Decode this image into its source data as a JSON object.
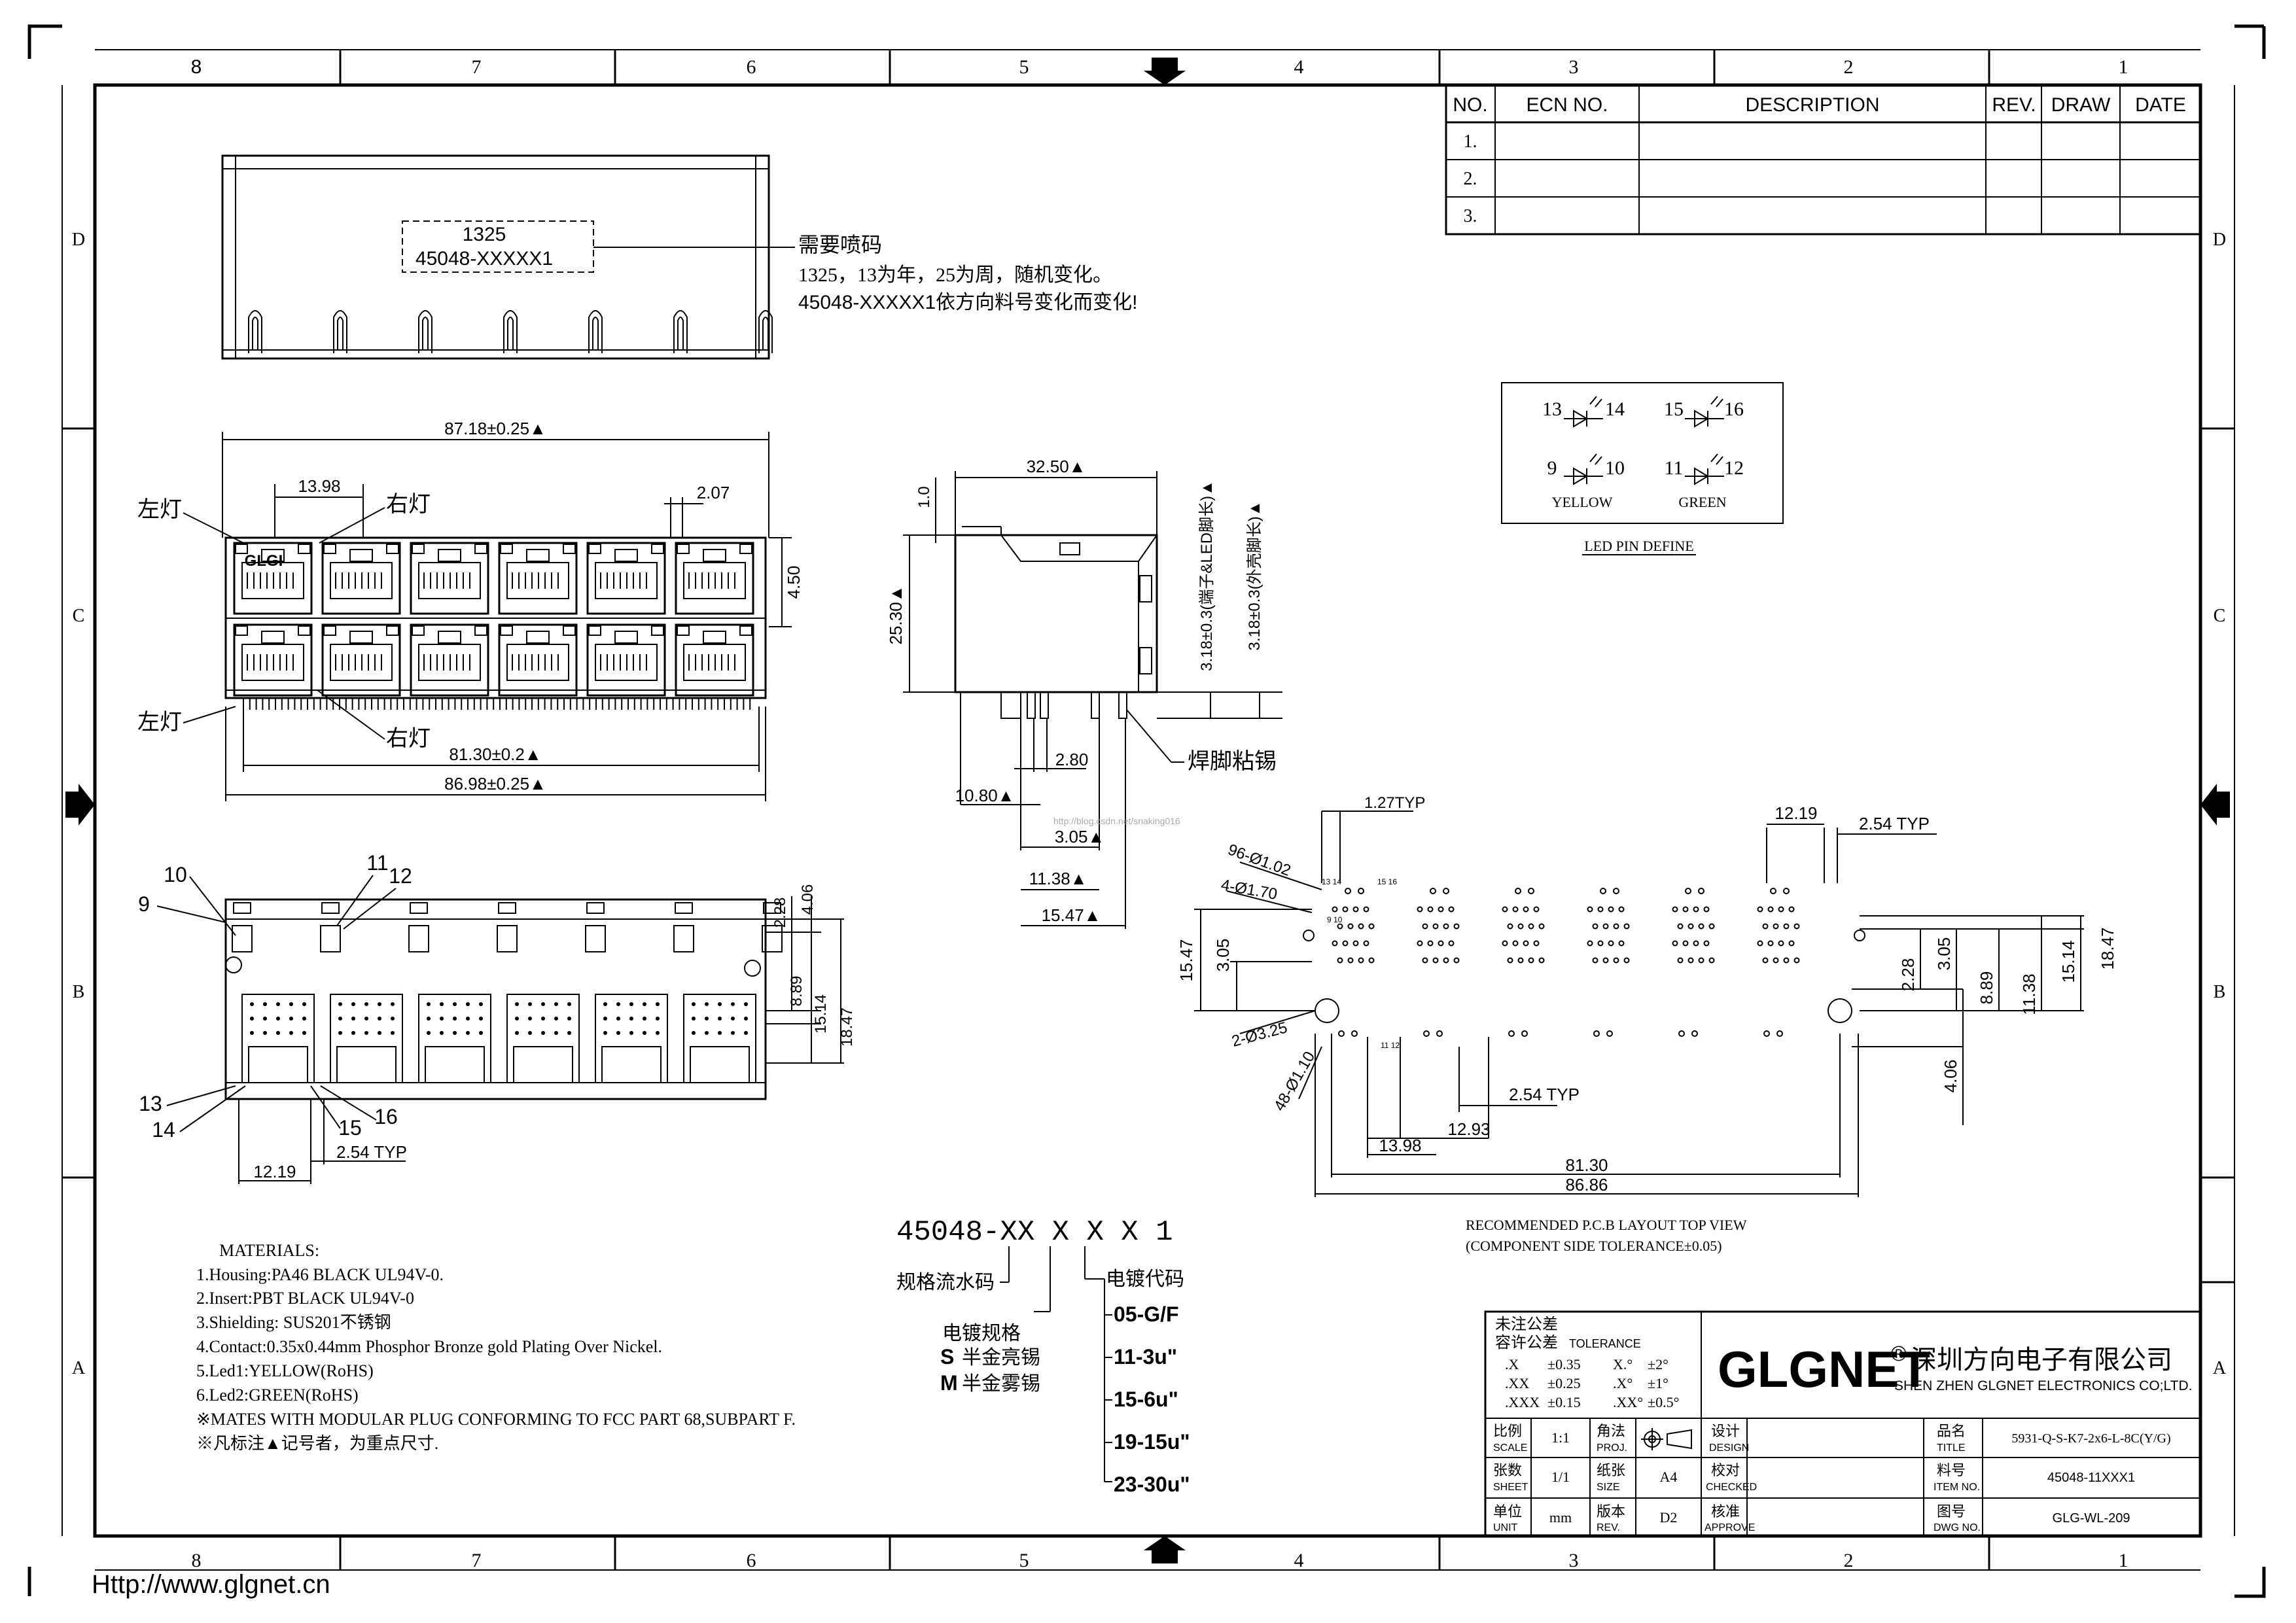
{
  "border": {
    "col_labels": [
      "8",
      "7",
      "6",
      "5",
      "4",
      "3",
      "2",
      "1"
    ],
    "row_labels": [
      "D",
      "C",
      "B",
      "A"
    ],
    "website": "Http://www.glgnet.cn"
  },
  "revision_table": {
    "headers": [
      "NO.",
      "ECN NO.",
      "DESCRIPTION",
      "REV.",
      "DRAW",
      "DATE"
    ],
    "rows": [
      "1.",
      "2.",
      "3."
    ]
  },
  "front_view": {
    "box_line1": "1325",
    "box_line2": "45048-XXXXX1",
    "note_line1": "需要喷码",
    "note_line2": "1325，13为年，25为周，随机变化。",
    "note_line3": "45048-XXXXX1依方向料号变化而变化!"
  },
  "top_view": {
    "dim_overall": "87.18±0.25▲",
    "dim_pitch": "13.98",
    "dim_small": "2.07",
    "dim_height": "4.50",
    "dim_pins": "81.30±0.2▲",
    "dim_base": "86.98±0.25▲",
    "left_led_top": "左灯",
    "right_led_top": "右灯",
    "left_led_bottom": "左灯",
    "right_led_bottom": "右灯",
    "logo": "GLGI"
  },
  "side_view": {
    "dim_depth": "32.50▲",
    "dim_top": "1.0",
    "dim_height": "25.30▲",
    "dim_terminal": "3.18±0.3(端子&LED脚长)▲",
    "dim_shell": "3.18±0.3(外壳脚长)▲",
    "dim_a": "2.80",
    "dim_b": "10.80▲",
    "dim_c": "3.05▲",
    "dim_d": "11.38▲",
    "dim_e": "15.47▲",
    "solder_note": "焊脚粘锡",
    "watermark": "http://blog.csdn.net/snaking016"
  },
  "led_define": {
    "pins_a": [
      "13",
      "14"
    ],
    "pins_b": [
      "15",
      "16"
    ],
    "pins_c": [
      "9",
      "10"
    ],
    "pins_d": [
      "11",
      "12"
    ],
    "yellow": "YELLOW",
    "green": "GREEN",
    "title": "LED PIN DEFINE"
  },
  "bottom_view": {
    "pin_labels": [
      "10",
      "9",
      "11",
      "12",
      "13",
      "14",
      "15",
      "16"
    ],
    "dim_2_28": "2.28",
    "dim_4_06": "4.06",
    "dim_8_89": "8.89",
    "dim_15_14": "15.14",
    "dim_18_47": "18.47",
    "dim_12_19": "12.19",
    "dim_typ": "2.54  TYP"
  },
  "pcb_layout": {
    "dim_127": "1.27TYP",
    "dim_holes96": "96-Ø1.02",
    "dim_holes4": "4-Ø1.70",
    "dim_holes2": "2-Ø3.25",
    "dim_holes48": "48-Ø1.10",
    "dim_1219": "12.19",
    "dim_254": "2.54  TYP",
    "dim_1547": "15.47",
    "dim_305": "3.05",
    "dim_228": "2.28",
    "dim_305r": "3.05",
    "dim_889": "8.89",
    "dim_1138": "11.38",
    "dim_1514": "15.14",
    "dim_1847": "18.47",
    "dim_406": "4.06",
    "dim_254b": "2.54  TYP",
    "dim_1293": "12.93",
    "dim_1398": "13.98",
    "dim_8130": "81.30",
    "dim_8686": "86.86",
    "pin_1314": "13 14",
    "pin_1516": "15 16",
    "pin_910": "9 10",
    "pin_1112": "11 12",
    "caption1": "RECOMMENDED P.C.B LAYOUT TOP VIEW",
    "caption2": "(COMPONENT SIDE TOLERANCE±0.05)"
  },
  "part_number": {
    "code": "45048-XX  X  X  X  1",
    "serial_label": "规格流水码",
    "plating_label": "电镀规格",
    "s_option": "S",
    "s_desc": "半金亮锡",
    "m_option": "M",
    "m_desc": "半金雾锡",
    "code_label": "电镀代码",
    "codes": [
      "05-G/F",
      "11-3u\"",
      "15-6u\"",
      "19-15u\"",
      "23-30u\""
    ]
  },
  "materials": {
    "title": "MATERIALS:",
    "lines": [
      "1.Housing:PA46 BLACK UL94V-0.",
      "2.Insert:PBT BLACK UL94V-0",
      "3.Shielding: SUS201不锈钢",
      "4.Contact:0.35x0.44mm Phosphor Bronze gold Plating Over Nickel.",
      "5.Led1:YELLOW(RoHS)",
      "6.Led2:GREEN(RoHS)",
      "※MATES WITH MODULAR PLUG CONFORMING TO FCC PART 68,SUBPART F.",
      "※凡标注▲记号者，为重点尺寸."
    ]
  },
  "title_block": {
    "tol_cn1": "未注公差",
    "tol_cn2": "容许公差",
    "tol_en": "TOLERANCE",
    "tol_rows": [
      [
        ".X",
        "±0.35",
        "X.°",
        "±2°"
      ],
      [
        ".XX",
        "±0.25",
        ".X°",
        "±1°"
      ],
      [
        ".XXX",
        "±0.15",
        ".XX°",
        "±0.5°"
      ]
    ],
    "company_logo": "GLGNET",
    "registered": "®",
    "company_cn": "深圳方向电子有限公司",
    "company_en": "SHEN ZHEN GLGNET ELECTRONICS CO;LTD.",
    "scale_cn": "比例",
    "scale_en": "SCALE",
    "scale_val": "1:1",
    "proj_cn": "角法",
    "proj_en": "PROJ.",
    "design_cn": "设计",
    "design_en": "DESIGN",
    "title_cn": "品名",
    "title_en": "TITLE",
    "title_val": "5931-Q-S-K7-2x6-L-8C(Y/G)",
    "sheet_cn": "张数",
    "sheet_en": "SHEET",
    "sheet_val": "1/1",
    "size_cn": "纸张",
    "size_en": "SIZE",
    "size_val": "A4",
    "checked_cn": "校对",
    "checked_en": "CHECKED",
    "item_cn": "料号",
    "item_en": "ITEM NO.",
    "item_val": "45048-11XXX1",
    "unit_cn": "单位",
    "unit_en": "UNIT",
    "unit_val": "mm",
    "rev_cn": "版本",
    "rev_en": "REV.",
    "rev_val": "D2",
    "approve_cn": "核准",
    "approve_en": "APPROVE",
    "dwg_cn": "图号",
    "dwg_en": "DWG NO.",
    "dwg_val": "GLG-WL-209"
  }
}
